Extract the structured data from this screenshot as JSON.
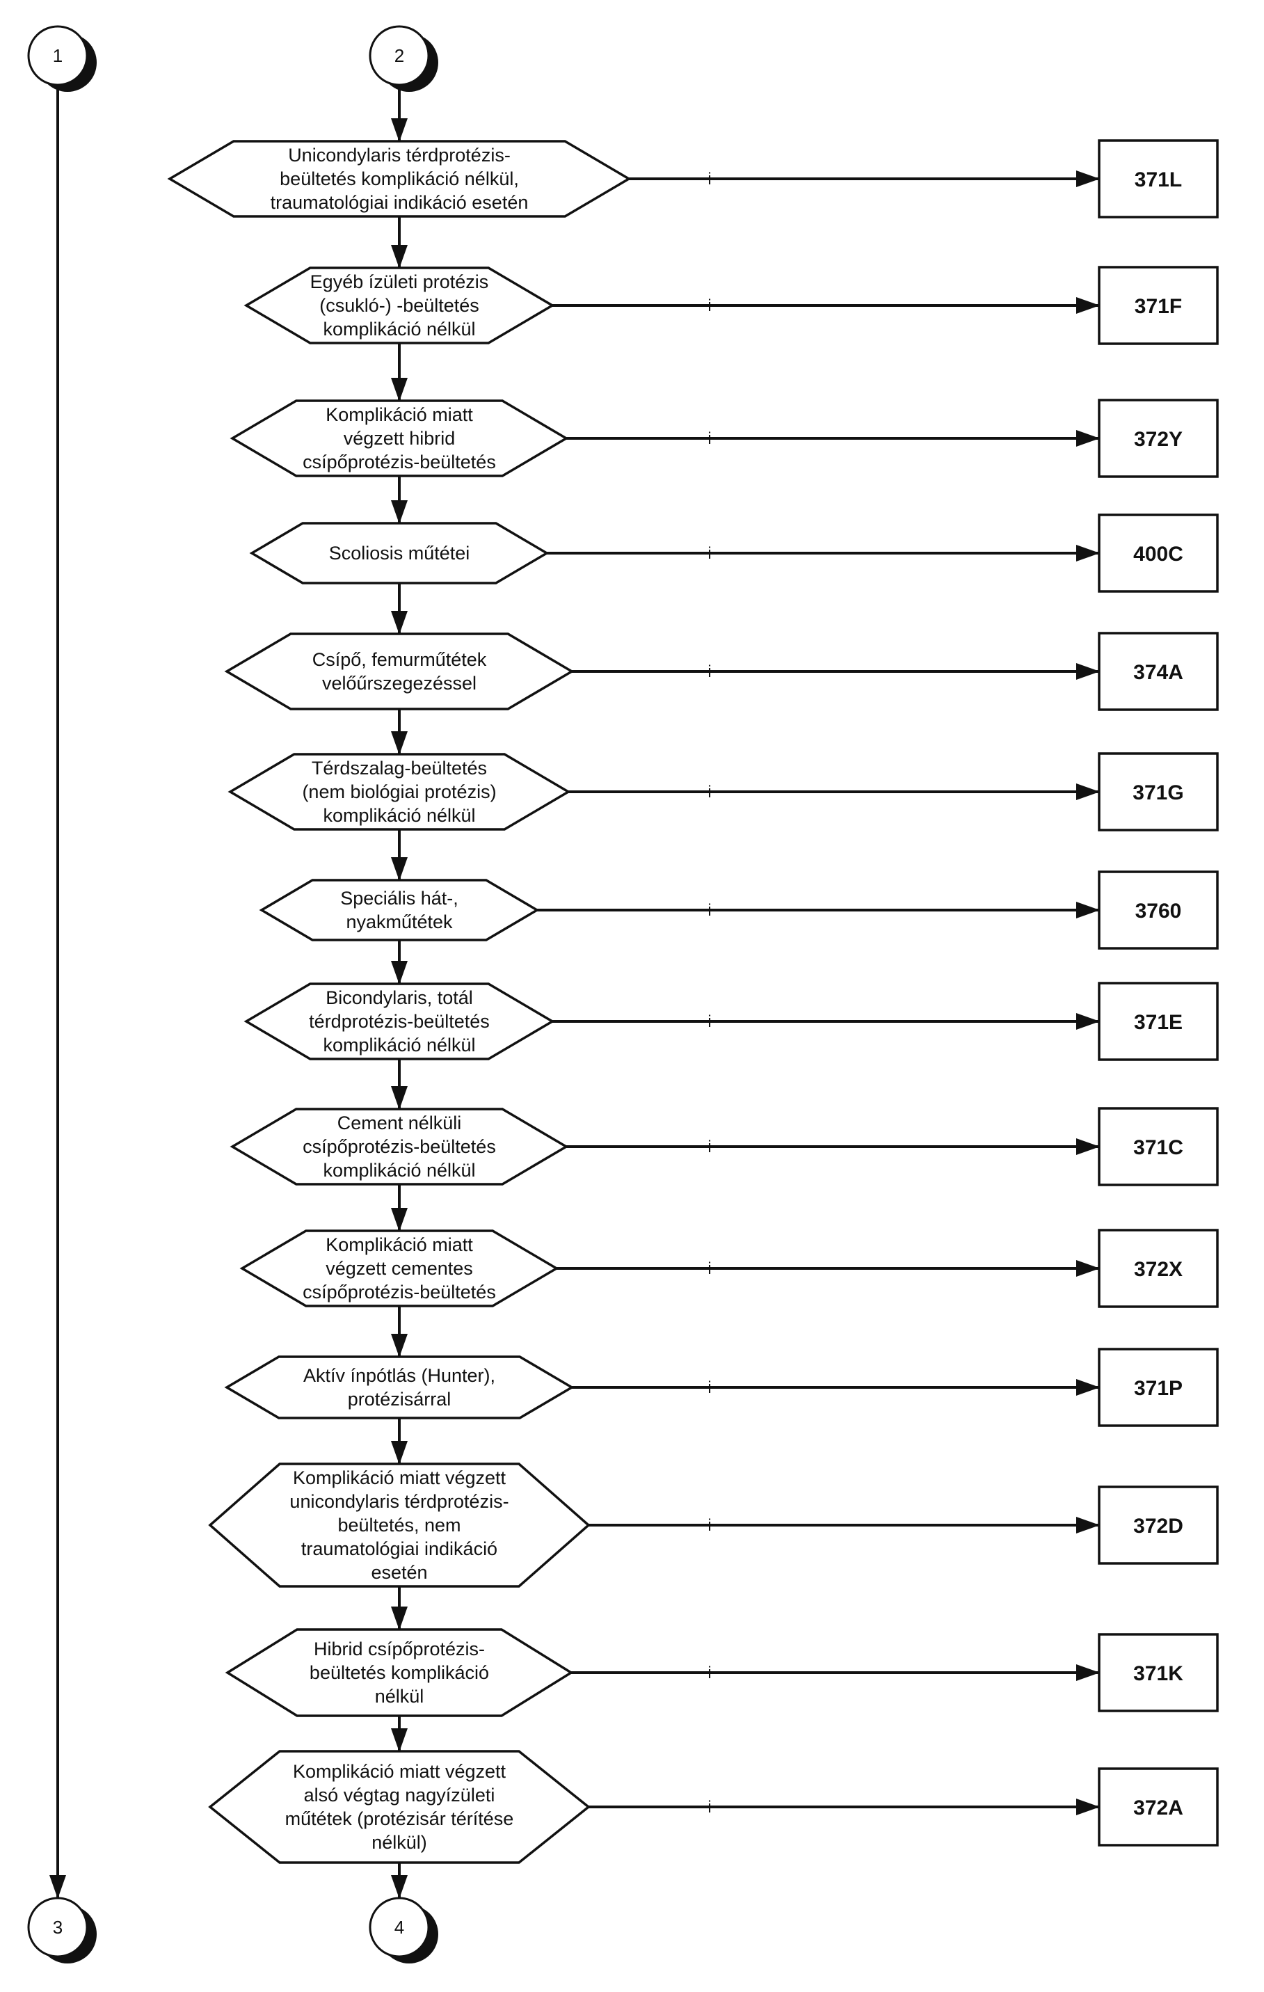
{
  "connectors": {
    "top_left": "1",
    "top_right": "2",
    "bottom_left": "3",
    "bottom_right": "4"
  },
  "yes_label": "i",
  "steps": [
    {
      "lines": [
        "Unicondylaris térdprotézis-",
        "beültetés komplikáció nélkül,",
        "traumatológiai indikáció esetén"
      ],
      "code": "371L"
    },
    {
      "lines": [
        "Egyéb ízületi protézis",
        "(csukló-) -beültetés",
        "komplikáció nélkül"
      ],
      "code": "371F"
    },
    {
      "lines": [
        "Komplikáció miatt",
        "végzett hibrid",
        "csípőprotézis-beültetés"
      ],
      "code": "372Y"
    },
    {
      "lines": [
        "Scoliosis műtétei"
      ],
      "code": "400C"
    },
    {
      "lines": [
        "Csípő, femurműtétek",
        "velőűrszegezéssel"
      ],
      "code": "374A"
    },
    {
      "lines": [
        "Térdszalag-beültetés",
        "(nem biológiai protézis)",
        "komplikáció nélkül"
      ],
      "code": "371G"
    },
    {
      "lines": [
        "Speciális hát-,",
        "nyakműtétek"
      ],
      "code": "3760"
    },
    {
      "lines": [
        "Bicondylaris, totál",
        "térdprotézis-beültetés",
        "komplikáció nélkül"
      ],
      "code": "371E"
    },
    {
      "lines": [
        "Cement nélküli",
        "csípőprotézis-beültetés",
        "komplikáció nélkül"
      ],
      "code": "371C"
    },
    {
      "lines": [
        "Komplikáció miatt",
        "végzett cementes",
        "csípőprotézis-beültetés"
      ],
      "code": "372X"
    },
    {
      "lines": [
        "Aktív ínpótlás (Hunter),",
        "protézisárral"
      ],
      "code": "371P"
    },
    {
      "lines": [
        "Komplikáció miatt végzett",
        "unicondylaris térdprotézis-",
        "beültetés, nem",
        "traumatológiai indikáció",
        "esetén"
      ],
      "code": "372D"
    },
    {
      "lines": [
        "Hibrid csípőprotézis-",
        "beültetés komplikáció",
        "nélkül"
      ],
      "code": "371K"
    },
    {
      "lines": [
        "Komplikáció miatt végzett",
        "alsó végtag nagyízületi",
        "műtétek (protézisár térítése",
        "nélkül)"
      ],
      "code": "372A"
    }
  ]
}
